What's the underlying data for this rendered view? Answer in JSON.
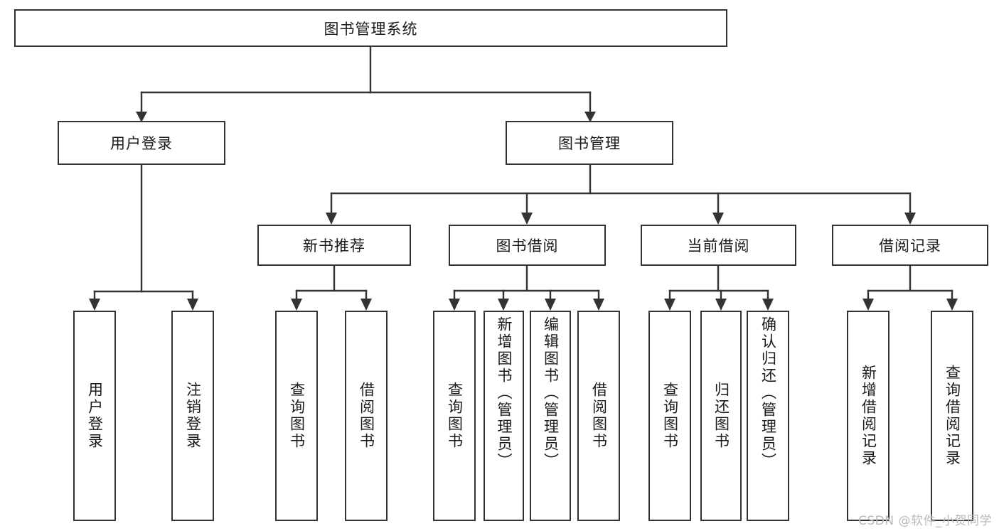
{
  "diagram": {
    "type": "hierarchy-tree",
    "title": "图书管理系统",
    "root": {
      "label": "图书管理系统",
      "level": 1
    },
    "level2": [
      {
        "label": "用户登录"
      },
      {
        "label": "图书管理"
      }
    ],
    "level3": [
      {
        "label": "新书推荐"
      },
      {
        "label": "图书借阅"
      },
      {
        "label": "当前借阅"
      },
      {
        "label": "借阅记录"
      }
    ],
    "leaves": {
      "user_login": [
        {
          "label": "用户登录"
        },
        {
          "label": "注销登录"
        }
      ],
      "new_book_recommend": [
        {
          "label": "查询图书"
        },
        {
          "label": "借阅图书"
        }
      ],
      "book_borrow": [
        {
          "label": "查询图书"
        },
        {
          "label": "新增图书（管理员）"
        },
        {
          "label": "编辑图书（管理员）"
        },
        {
          "label": "借阅图书"
        }
      ],
      "current_borrow": [
        {
          "label": "查询图书"
        },
        {
          "label": "归还图书"
        },
        {
          "label": "确认归还（管理员）"
        }
      ],
      "borrow_record": [
        {
          "label": "新增借阅记录"
        },
        {
          "label": "查询借阅记录"
        }
      ]
    }
  },
  "watermark": {
    "text": "CSDN @软件_小贺同学"
  },
  "colors": {
    "stroke": "#333333",
    "fill": "#ffffff",
    "text": "#1a1a1a",
    "watermark": "#b9b9b9"
  }
}
